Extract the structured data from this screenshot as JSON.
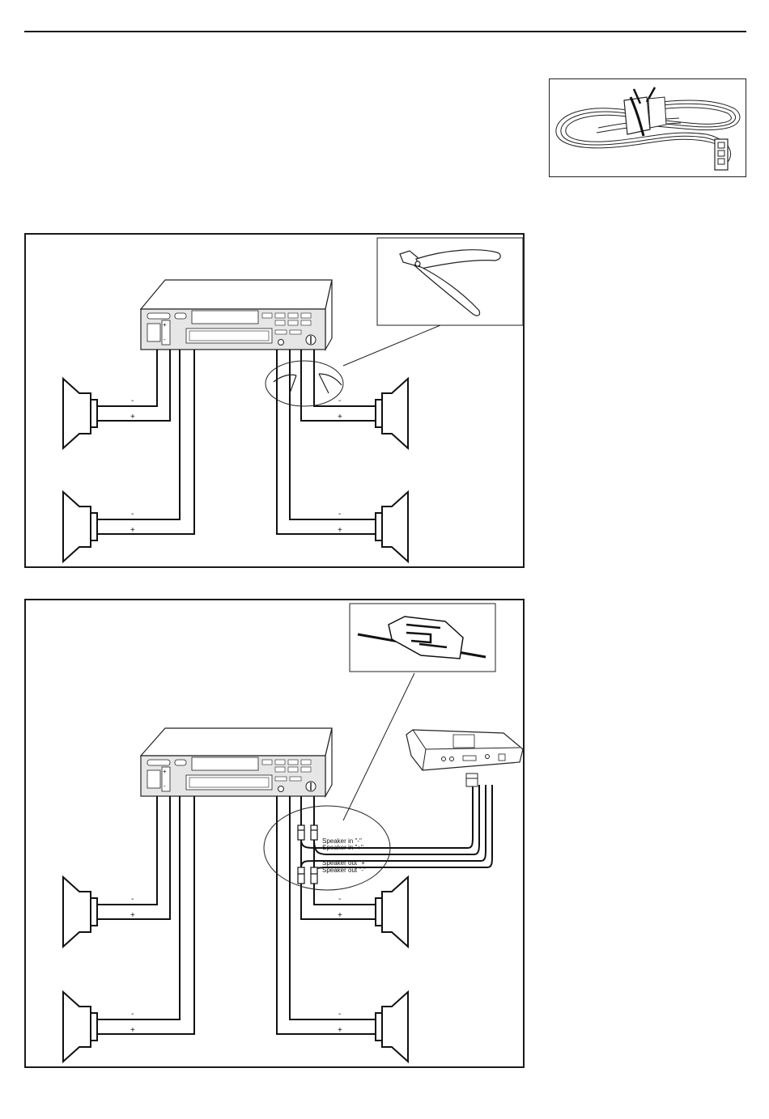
{
  "labels": {
    "minus": "-",
    "plus": "+"
  },
  "amplifier_wires": {
    "speaker_in_minus": "Speaker in \"-\"",
    "speaker_in_plus": "Speaker in \"+\"",
    "speaker_out_plus": "Speaker out \"+\"",
    "speaker_out_minus": "Speaker out \"-\""
  },
  "radio_buttons": {
    "volume_up": "+",
    "volume_down": "-"
  }
}
